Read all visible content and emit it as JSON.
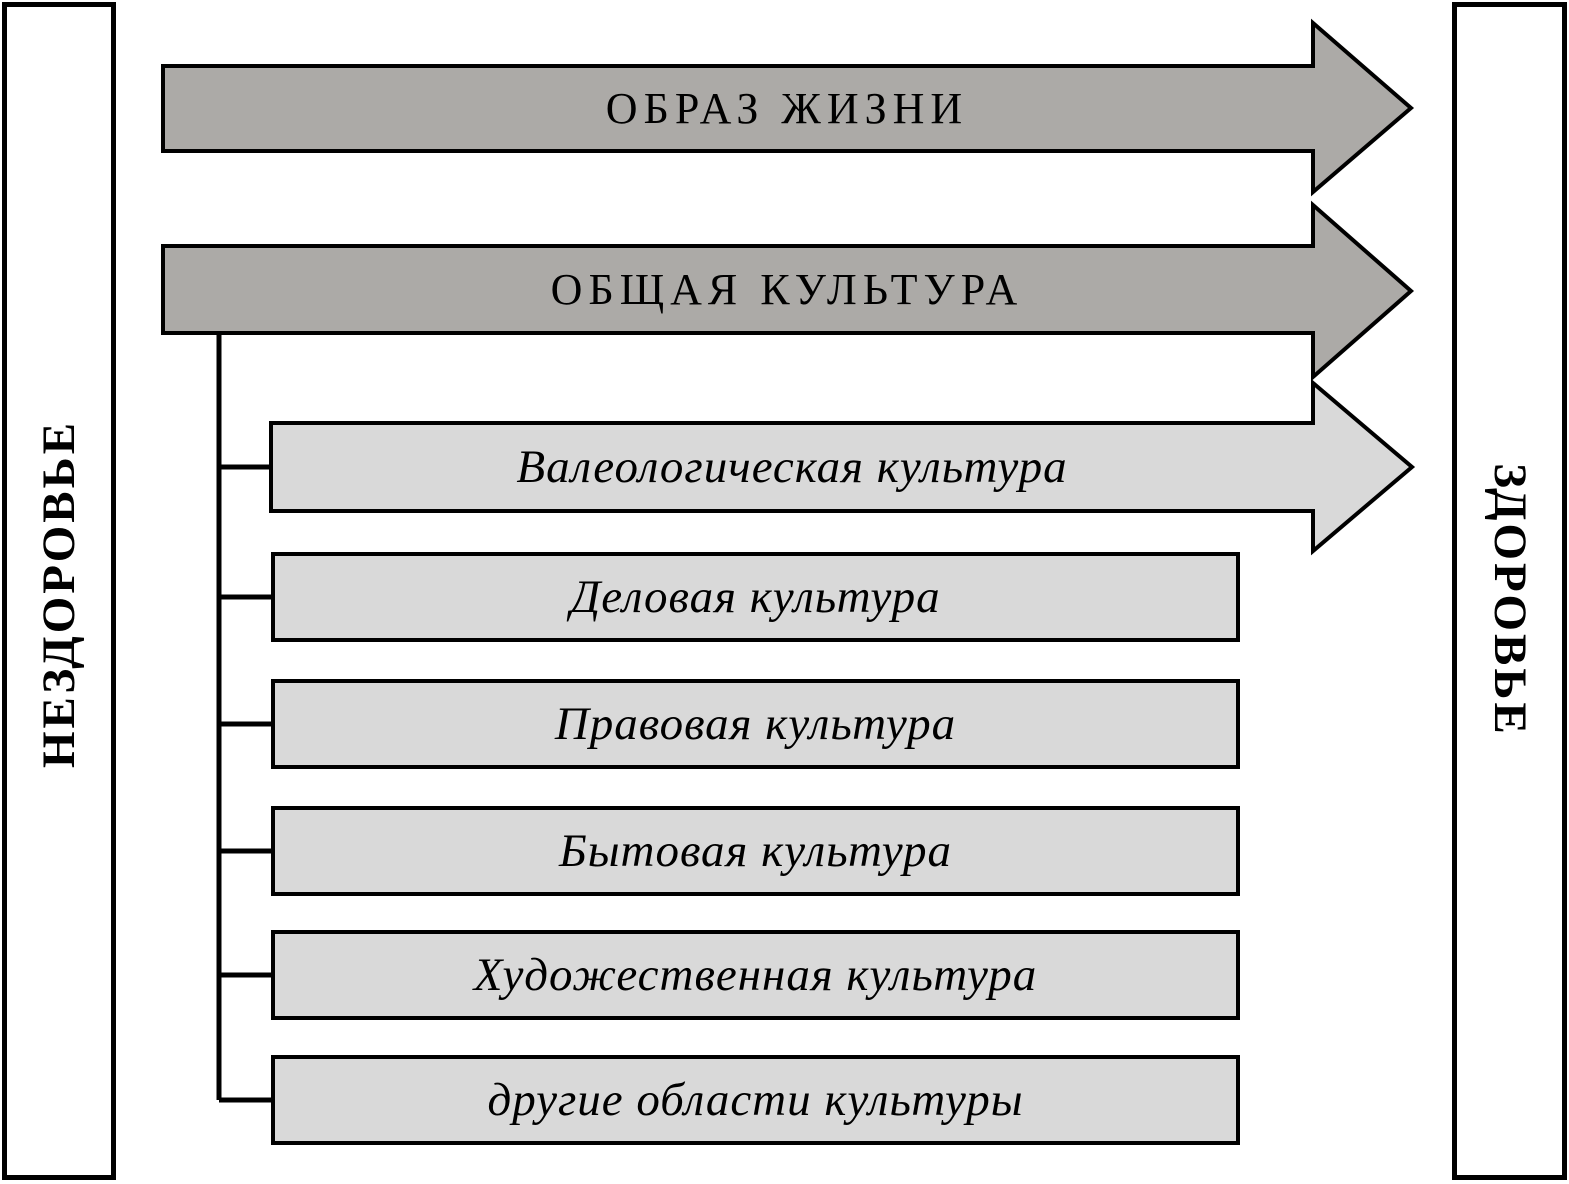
{
  "diagram": {
    "left_sidebar_label": "НЕЗДОРОВЬЕ",
    "right_sidebar_label": "ЗДОРОВЬЕ",
    "arrows": [
      {
        "label": "ОБРАЗ ЖИЗНИ",
        "style": "dark"
      },
      {
        "label": "ОБЩАЯ КУЛЬТУРА",
        "style": "dark"
      },
      {
        "label": "Валеологическая культура",
        "style": "light"
      }
    ],
    "culture_boxes": [
      {
        "label": "Деловая культура"
      },
      {
        "label": "Правовая культура"
      },
      {
        "label": "Бытовая культура"
      },
      {
        "label": "Художественная культура"
      },
      {
        "label": "другие области культуры"
      }
    ],
    "colors": {
      "dark_arrow": "#acaaa7",
      "light_fill": "#d9d9d9",
      "line": "#000000",
      "background": "#ffffff"
    }
  }
}
